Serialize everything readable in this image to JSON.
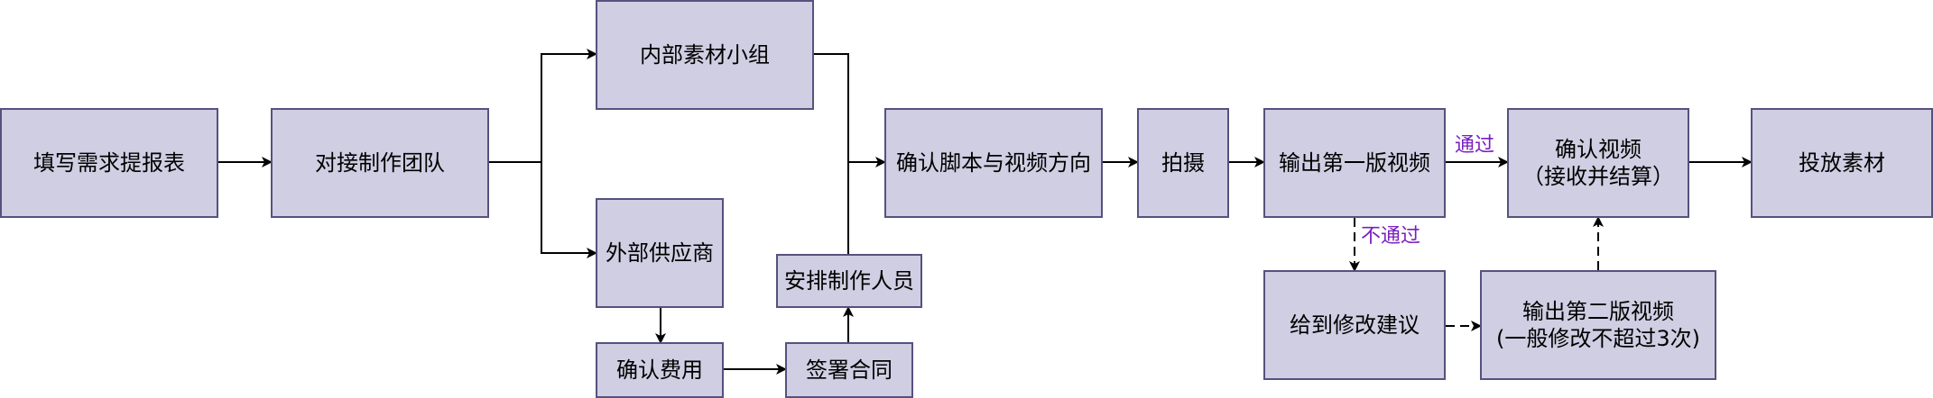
{
  "nodes": {
    "fill_form": "填写需求提报表",
    "contact_team": "对接制作团队",
    "internal_group": "内部素材小组",
    "external_vendor": "外部供应商",
    "confirm_cost": "确认费用",
    "sign_contract": "签署合同",
    "arrange_staff": "安排制作人员",
    "confirm_script": "确认脚本与视频方向",
    "shoot": "拍摄",
    "output_v1": "输出第一版视频",
    "confirm_video": "确认视频\n（接收并结算）",
    "deliver": "投放素材",
    "feedback": "给到修改建议",
    "output_v2": "输出第二版视频\n(一般修改不超过3次)"
  },
  "edge_labels": {
    "pass": "通过",
    "fail": "不通过"
  },
  "colors": {
    "node_fill": "#d0cee2",
    "node_border": "#56517e",
    "edge": "#000000",
    "label_text": "#7a1fbf"
  }
}
